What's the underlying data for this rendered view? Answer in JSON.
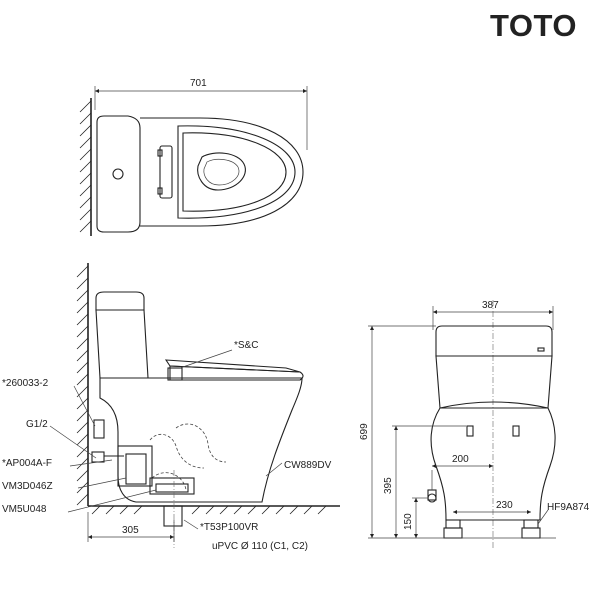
{
  "brand": "TOTO",
  "dimensions": {
    "top_width": "701",
    "front_width": "387",
    "total_height": "699",
    "inlet_height": "395",
    "outlet_height": "150",
    "inlet_offset": "200",
    "foot_width": "230",
    "rough_in": "305"
  },
  "parts": {
    "seat": "*S&C",
    "valve": "*260033-2",
    "inlet": "G1/2",
    "supply": "*AP004A-F",
    "flange": "VM3D046Z",
    "base": "VM5U048",
    "bowl": "CW889DV",
    "drain": "*T53P100VR",
    "pipe": "uPVC   Ø 110 (C1, C2)",
    "bolt": "HF9A874"
  }
}
